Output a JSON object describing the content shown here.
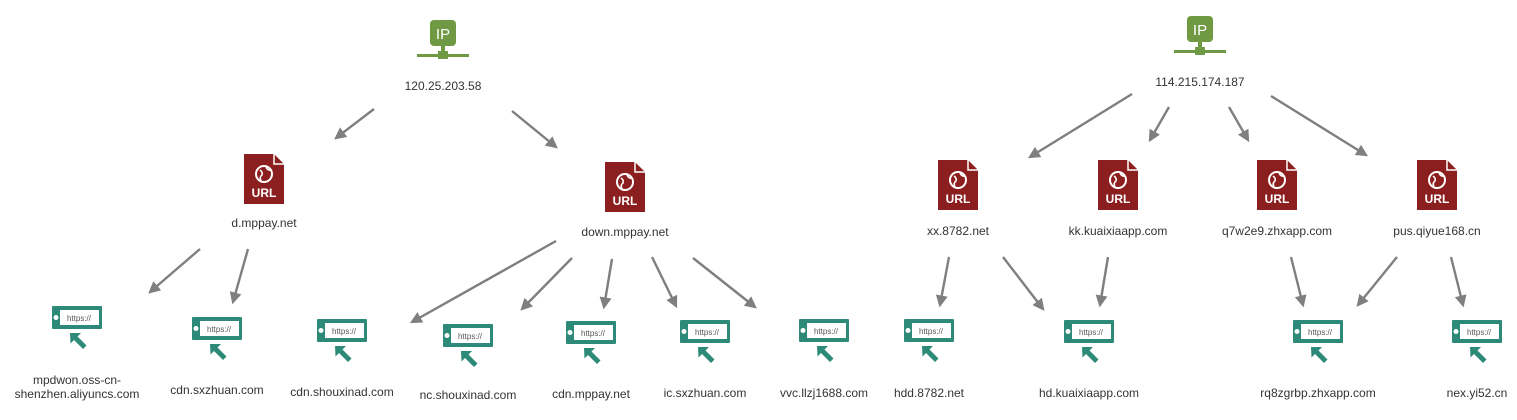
{
  "colors": {
    "ip": "#6f9a43",
    "url": "#8b1f1f",
    "https": "#2e8a78",
    "edge": "#7f7f7f",
    "text": "#333333"
  },
  "icons": {
    "ip": "ip-network-icon",
    "url": "url-document-icon",
    "https": "https-link-icon"
  },
  "icon_text": {
    "ip": "IP",
    "url": "URL",
    "https": "https://"
  },
  "nodes": [
    {
      "id": "ip1",
      "type": "ip",
      "label": [
        "120.25.203.58"
      ]
    },
    {
      "id": "ip2",
      "type": "ip",
      "label": [
        "114.215.174.187"
      ]
    },
    {
      "id": "u1",
      "type": "url",
      "label": [
        "d.mppay.net"
      ]
    },
    {
      "id": "u2",
      "type": "url",
      "label": [
        "down.mppay.net"
      ]
    },
    {
      "id": "u3",
      "type": "url",
      "label": [
        "xx.8782.net"
      ]
    },
    {
      "id": "u4",
      "type": "url",
      "label": [
        "kk.kuaixiaapp.com"
      ]
    },
    {
      "id": "u5",
      "type": "url",
      "label": [
        "q7w2e9.zhxapp.com"
      ]
    },
    {
      "id": "u6",
      "type": "url",
      "label": [
        "pus.qiyue168.cn"
      ]
    },
    {
      "id": "h1",
      "type": "https",
      "label": [
        "mpdwon.oss-cn-",
        "shenzhen.aliyuncs.com"
      ]
    },
    {
      "id": "h2",
      "type": "https",
      "label": [
        "cdn.sxzhuan.com"
      ]
    },
    {
      "id": "h3",
      "type": "https",
      "label": [
        "cdn.shouxinad.com"
      ]
    },
    {
      "id": "h4",
      "type": "https",
      "label": [
        "nc.shouxinad.com"
      ]
    },
    {
      "id": "h5",
      "type": "https",
      "label": [
        "cdn.mppay.net"
      ]
    },
    {
      "id": "h6",
      "type": "https",
      "label": [
        "ic.sxzhuan.com"
      ]
    },
    {
      "id": "h7",
      "type": "https",
      "label": [
        "vvc.llzj1688.com"
      ]
    },
    {
      "id": "h8",
      "type": "https",
      "label": [
        "hdd.8782.net"
      ]
    },
    {
      "id": "h9",
      "type": "https",
      "label": [
        "hd.kuaixiaapp.com"
      ]
    },
    {
      "id": "h10",
      "type": "https",
      "label": [
        "rq8zgrbp.zhxapp.com"
      ]
    },
    {
      "id": "h11",
      "type": "https",
      "label": [
        "nex.yi52.cn"
      ]
    }
  ],
  "edges": [
    {
      "from": "ip1",
      "to": "u1"
    },
    {
      "from": "ip1",
      "to": "u2"
    },
    {
      "from": "ip2",
      "to": "u3"
    },
    {
      "from": "ip2",
      "to": "u4"
    },
    {
      "from": "ip2",
      "to": "u5"
    },
    {
      "from": "ip2",
      "to": "u6"
    },
    {
      "from": "u1",
      "to": "h1"
    },
    {
      "from": "u1",
      "to": "h2"
    },
    {
      "from": "u2",
      "to": "h4"
    },
    {
      "from": "u2",
      "to": "h3"
    },
    {
      "from": "u2",
      "to": "h5"
    },
    {
      "from": "u2",
      "to": "h6"
    },
    {
      "from": "u2",
      "to": "h7"
    },
    {
      "from": "u3",
      "to": "h8"
    },
    {
      "from": "u3",
      "to": "h9"
    },
    {
      "from": "u4",
      "to": "h9"
    },
    {
      "from": "u5",
      "to": "h10"
    },
    {
      "from": "u6",
      "to": "h10"
    },
    {
      "from": "u6",
      "to": "h11"
    }
  ]
}
